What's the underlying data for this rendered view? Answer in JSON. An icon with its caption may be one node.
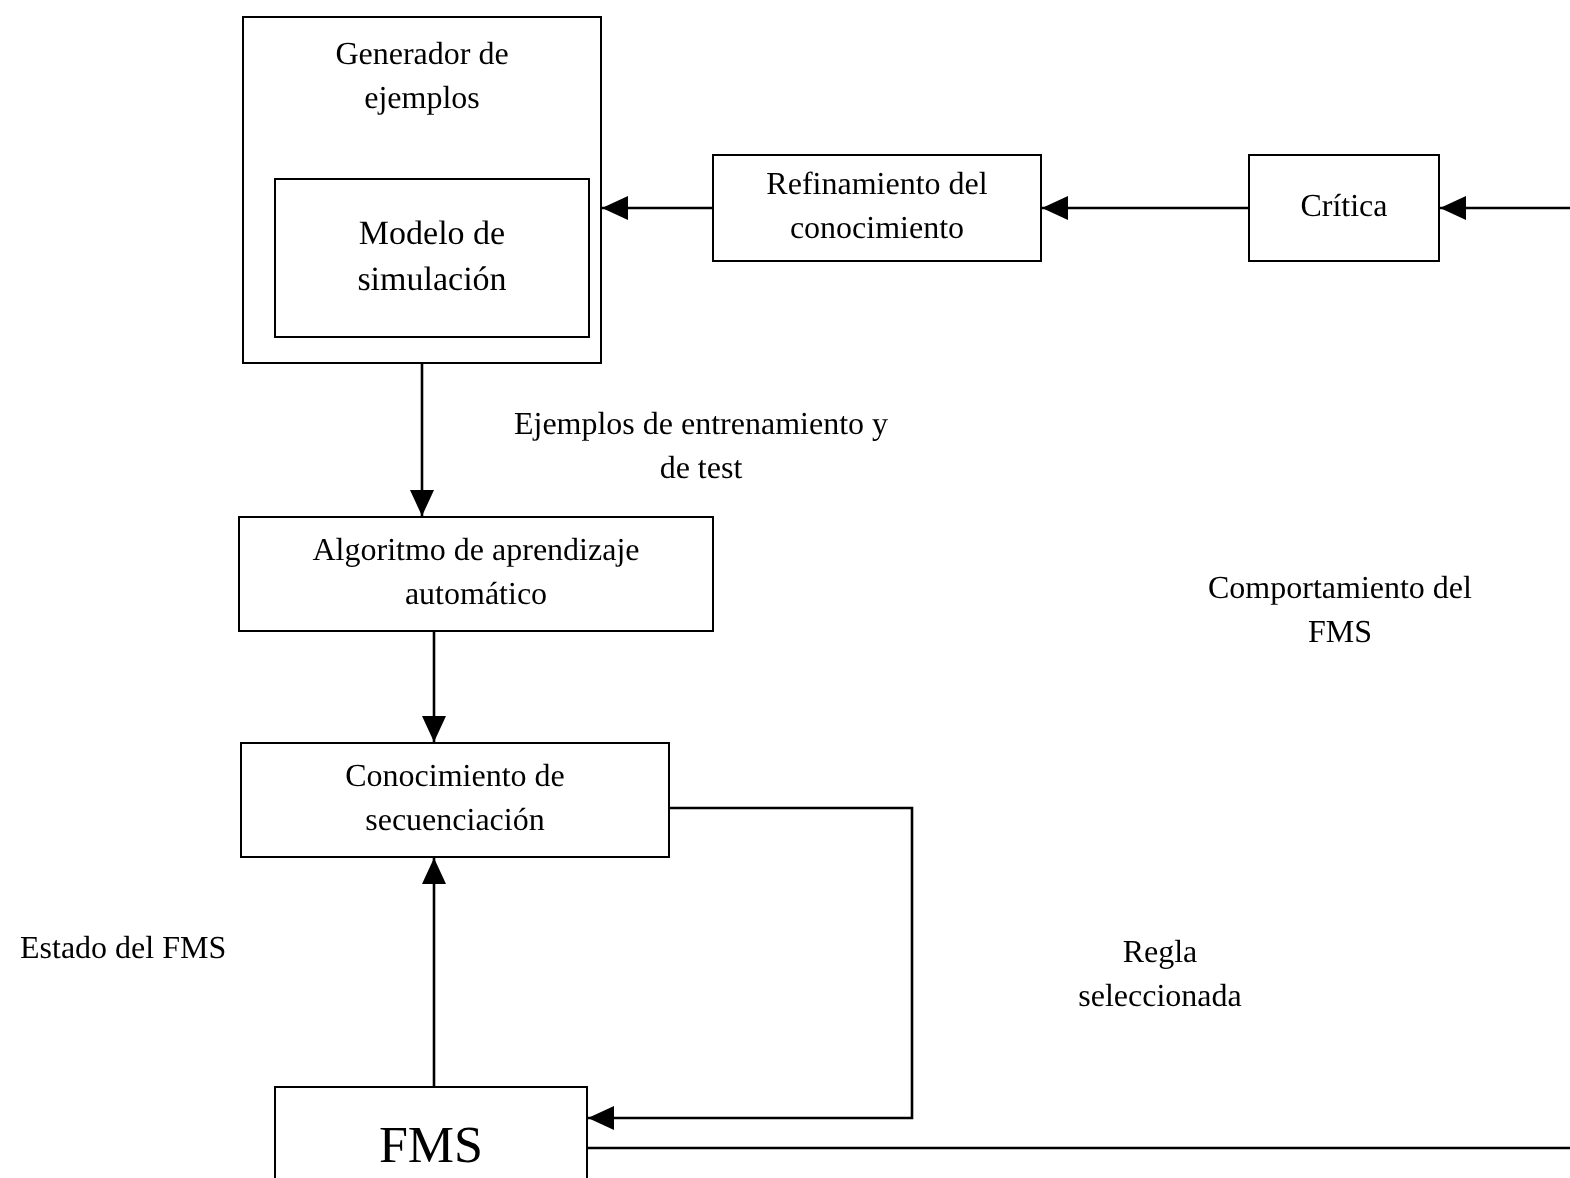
{
  "diagram": {
    "nodes": [
      {
        "text": [
          "Generador de ejemplos"
        ]
      },
      {
        "text": [
          "Modelo de simulación"
        ],
        "in": 0
      },
      {
        "text": [
          "Refinamiento del conocimiento"
        ]
      },
      {
        "text": [
          "Crítica"
        ]
      },
      {
        "text": [
          "Algoritmo de aprendizaje automático"
        ]
      },
      {
        "text": [
          "Conocimiento de secuenciación"
        ]
      },
      {
        "text": [
          "FMS"
        ]
      }
    ],
    "edges": [
      {
        "from": null,
        "to": 3,
        "arrow": "to"
      },
      {
        "from": 3,
        "to": 2,
        "arrow": "to"
      },
      {
        "from": 2,
        "to": 0,
        "arrow": "to"
      },
      {
        "from": 0,
        "to": 4,
        "arrow": "to",
        "label": "Ejemplos de entrenamiento y de test"
      },
      {
        "from": 4,
        "to": 5,
        "arrow": "to"
      },
      {
        "from": 6,
        "to": 5,
        "arrow": "to"
      },
      {
        "from": 5,
        "to": 6,
        "arrow": "to"
      },
      {
        "from": 6,
        "to": null,
        "arrow": "none"
      }
    ],
    "labels": [
      "Comportamiento del FMS",
      "Estado del FMS",
      "Regla seleccionada"
    ]
  }
}
